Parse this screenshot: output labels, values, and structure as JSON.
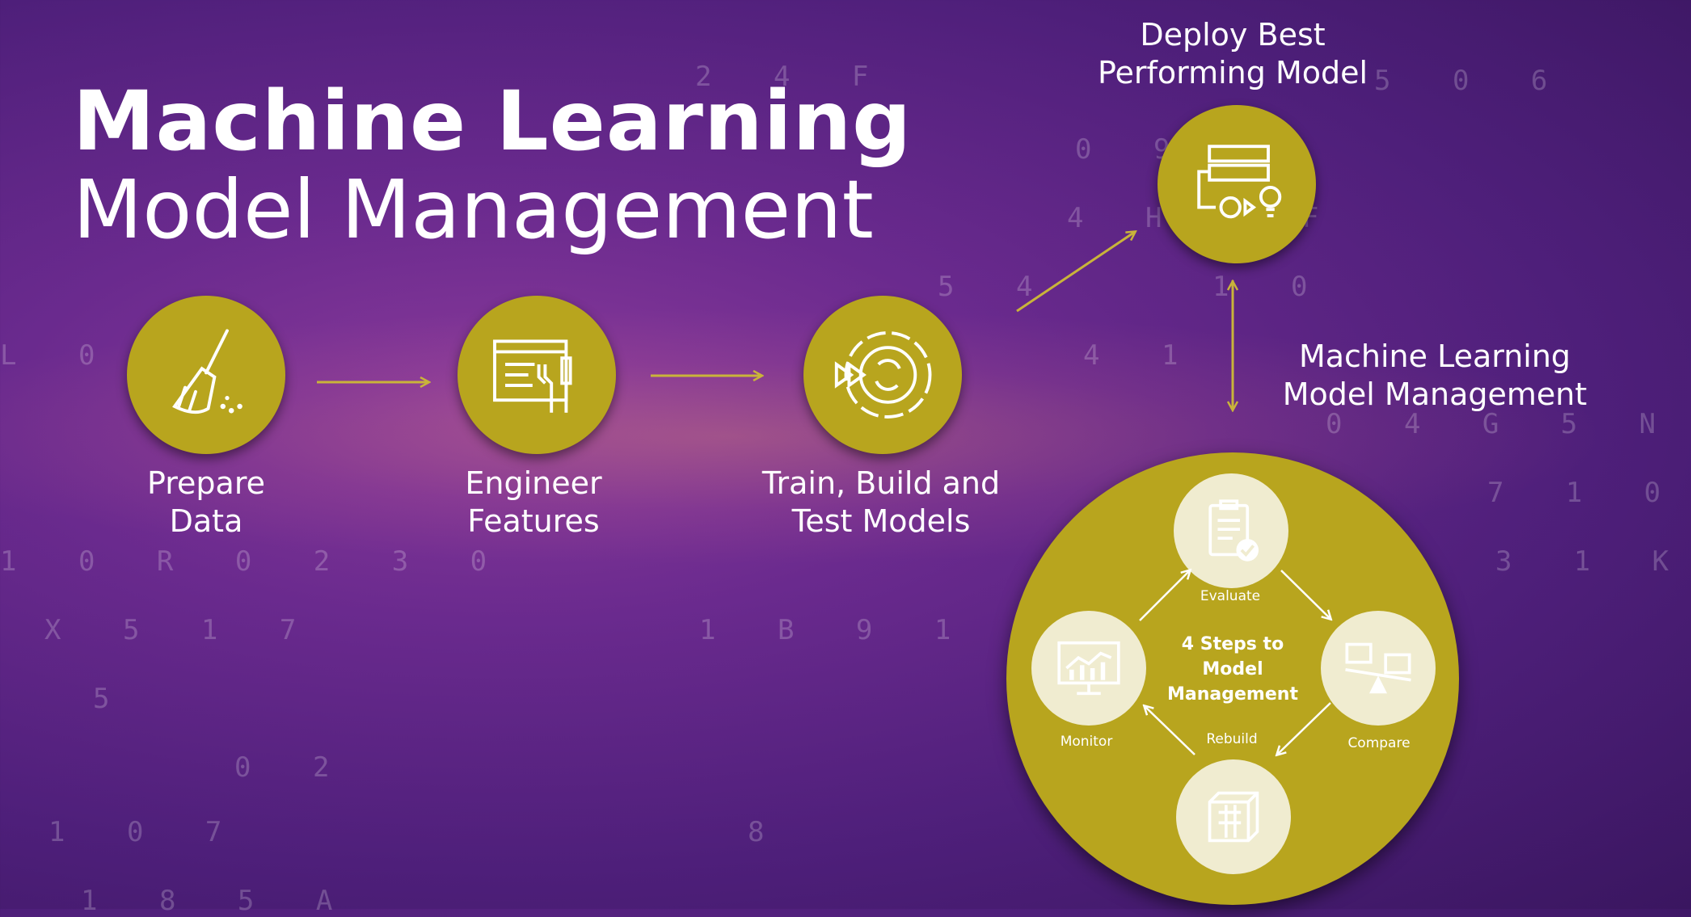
{
  "title": {
    "line1": "Machine Learning",
    "line2": "Model Management"
  },
  "steps": [
    {
      "label": "Prepare\nData",
      "icon": "broom-icon"
    },
    {
      "label": "Engineer\nFeatures",
      "icon": "tools-icon"
    },
    {
      "label": "Train, Build and\nTest Models",
      "icon": "cycle-icon"
    }
  ],
  "deploy": {
    "label": "Deploy Best\nPerforming Model",
    "icon": "server-deploy-icon"
  },
  "management": {
    "label": "Machine Learning\nModel Management",
    "center": "4 Steps to\nModel\nManagement",
    "substeps": {
      "evaluate": "Evaluate",
      "compare": "Compare",
      "rebuild": "Rebuild",
      "monitor": "Monitor"
    }
  },
  "background_digits": [
    "2 4 F",
    "5 0 6",
    "0 9 F",
    "4 H 1 F",
    "5 4",
    "1 0",
    "L 0",
    "4 1",
    "0 4 G 5 N",
    "7 1 0",
    "1 0 R 0 2 3 0",
    "3 1 K",
    "X 5 1 7",
    "1 B 9 1 N",
    "5",
    "0 2",
    "1 0 7",
    "8",
    "1 8 5 A"
  ],
  "colors": {
    "accent": "#b8a51e",
    "background": "#4e1f7a",
    "subcircle": "#f0ecd0",
    "arrow": "#c9b43a"
  }
}
